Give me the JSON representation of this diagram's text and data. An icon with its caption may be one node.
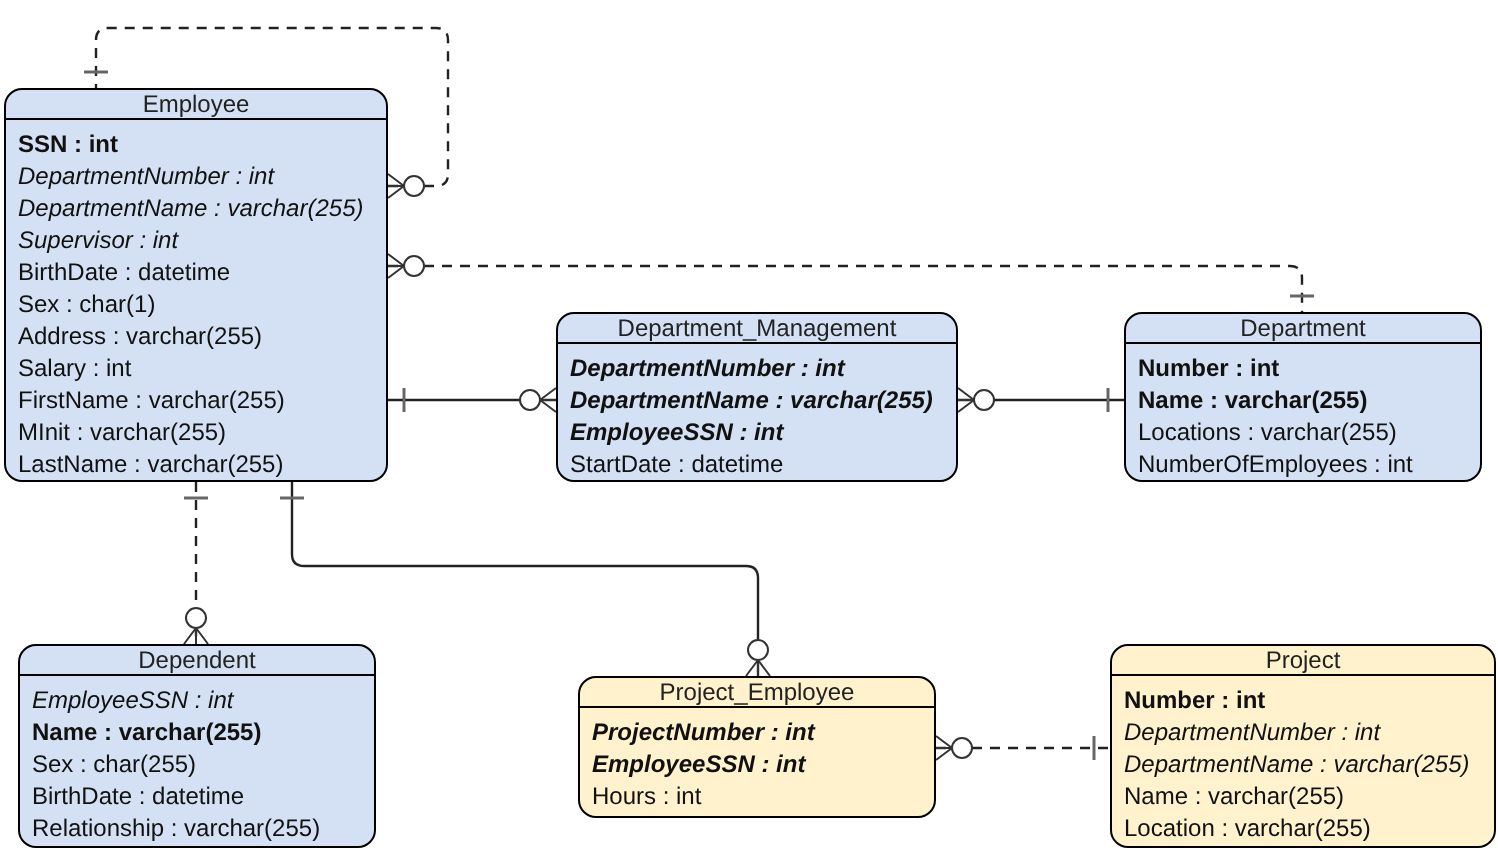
{
  "diagram": {
    "nodes": [
      {
        "text": [
          "Employee",
          "**SSN : int**",
          "*DepartmentNumber : int*",
          "*DepartmentName : varchar(255)*",
          "*Supervisor : int*",
          "BirthDate : datetime",
          "Sex : char(1)",
          "Address : varchar(255)",
          "Salary : int",
          "FirstName : varchar(255)",
          "MInit : varchar(255)",
          "LastName : varchar(255)"
        ]
      },
      {
        "text": [
          "Department_Management",
          "*DepartmentNumber : int*",
          "*DepartmentName : varchar(255)*",
          "*EmployeeSSN : int*",
          "StartDate : datetime"
        ]
      },
      {
        "text": [
          "Department",
          "**Number : int**",
          "**Name : varchar(255)**",
          "Locations : varchar(255)",
          "NumberOfEmployees : int"
        ]
      },
      {
        "text": [
          "Dependent",
          "*EmployeeSSN : int*",
          "**Name : varchar(255)**",
          "Sex : char(255)",
          "BirthDate : datetime",
          "Relationship : varchar(255)"
        ]
      },
      {
        "text": [
          "Project_Employee",
          "*ProjectNumber : int*",
          "*EmployeeSSN : int*",
          "Hours : int"
        ]
      },
      {
        "text": [
          "Project",
          "**Number : int**",
          "*DepartmentNumber : int*",
          "*DepartmentName : varchar(255)*",
          "Name : varchar(255)",
          "Location : varchar(255)"
        ]
      }
    ],
    "edges": [
      {
        "from": 0,
        "to": 0,
        "arrow": "other",
        "style": "dashed"
      },
      {
        "from": 0,
        "to": 2,
        "arrow": "other",
        "style": "dashed"
      },
      {
        "from": 0,
        "to": 1,
        "arrow": "other"
      },
      {
        "from": 1,
        "to": 2,
        "arrow": "other"
      },
      {
        "from": 0,
        "to": 3,
        "arrow": "other",
        "style": "dashed"
      },
      {
        "from": 0,
        "to": 4,
        "arrow": "other"
      },
      {
        "from": 4,
        "to": 5,
        "arrow": "other",
        "style": "dashed"
      }
    ]
  }
}
